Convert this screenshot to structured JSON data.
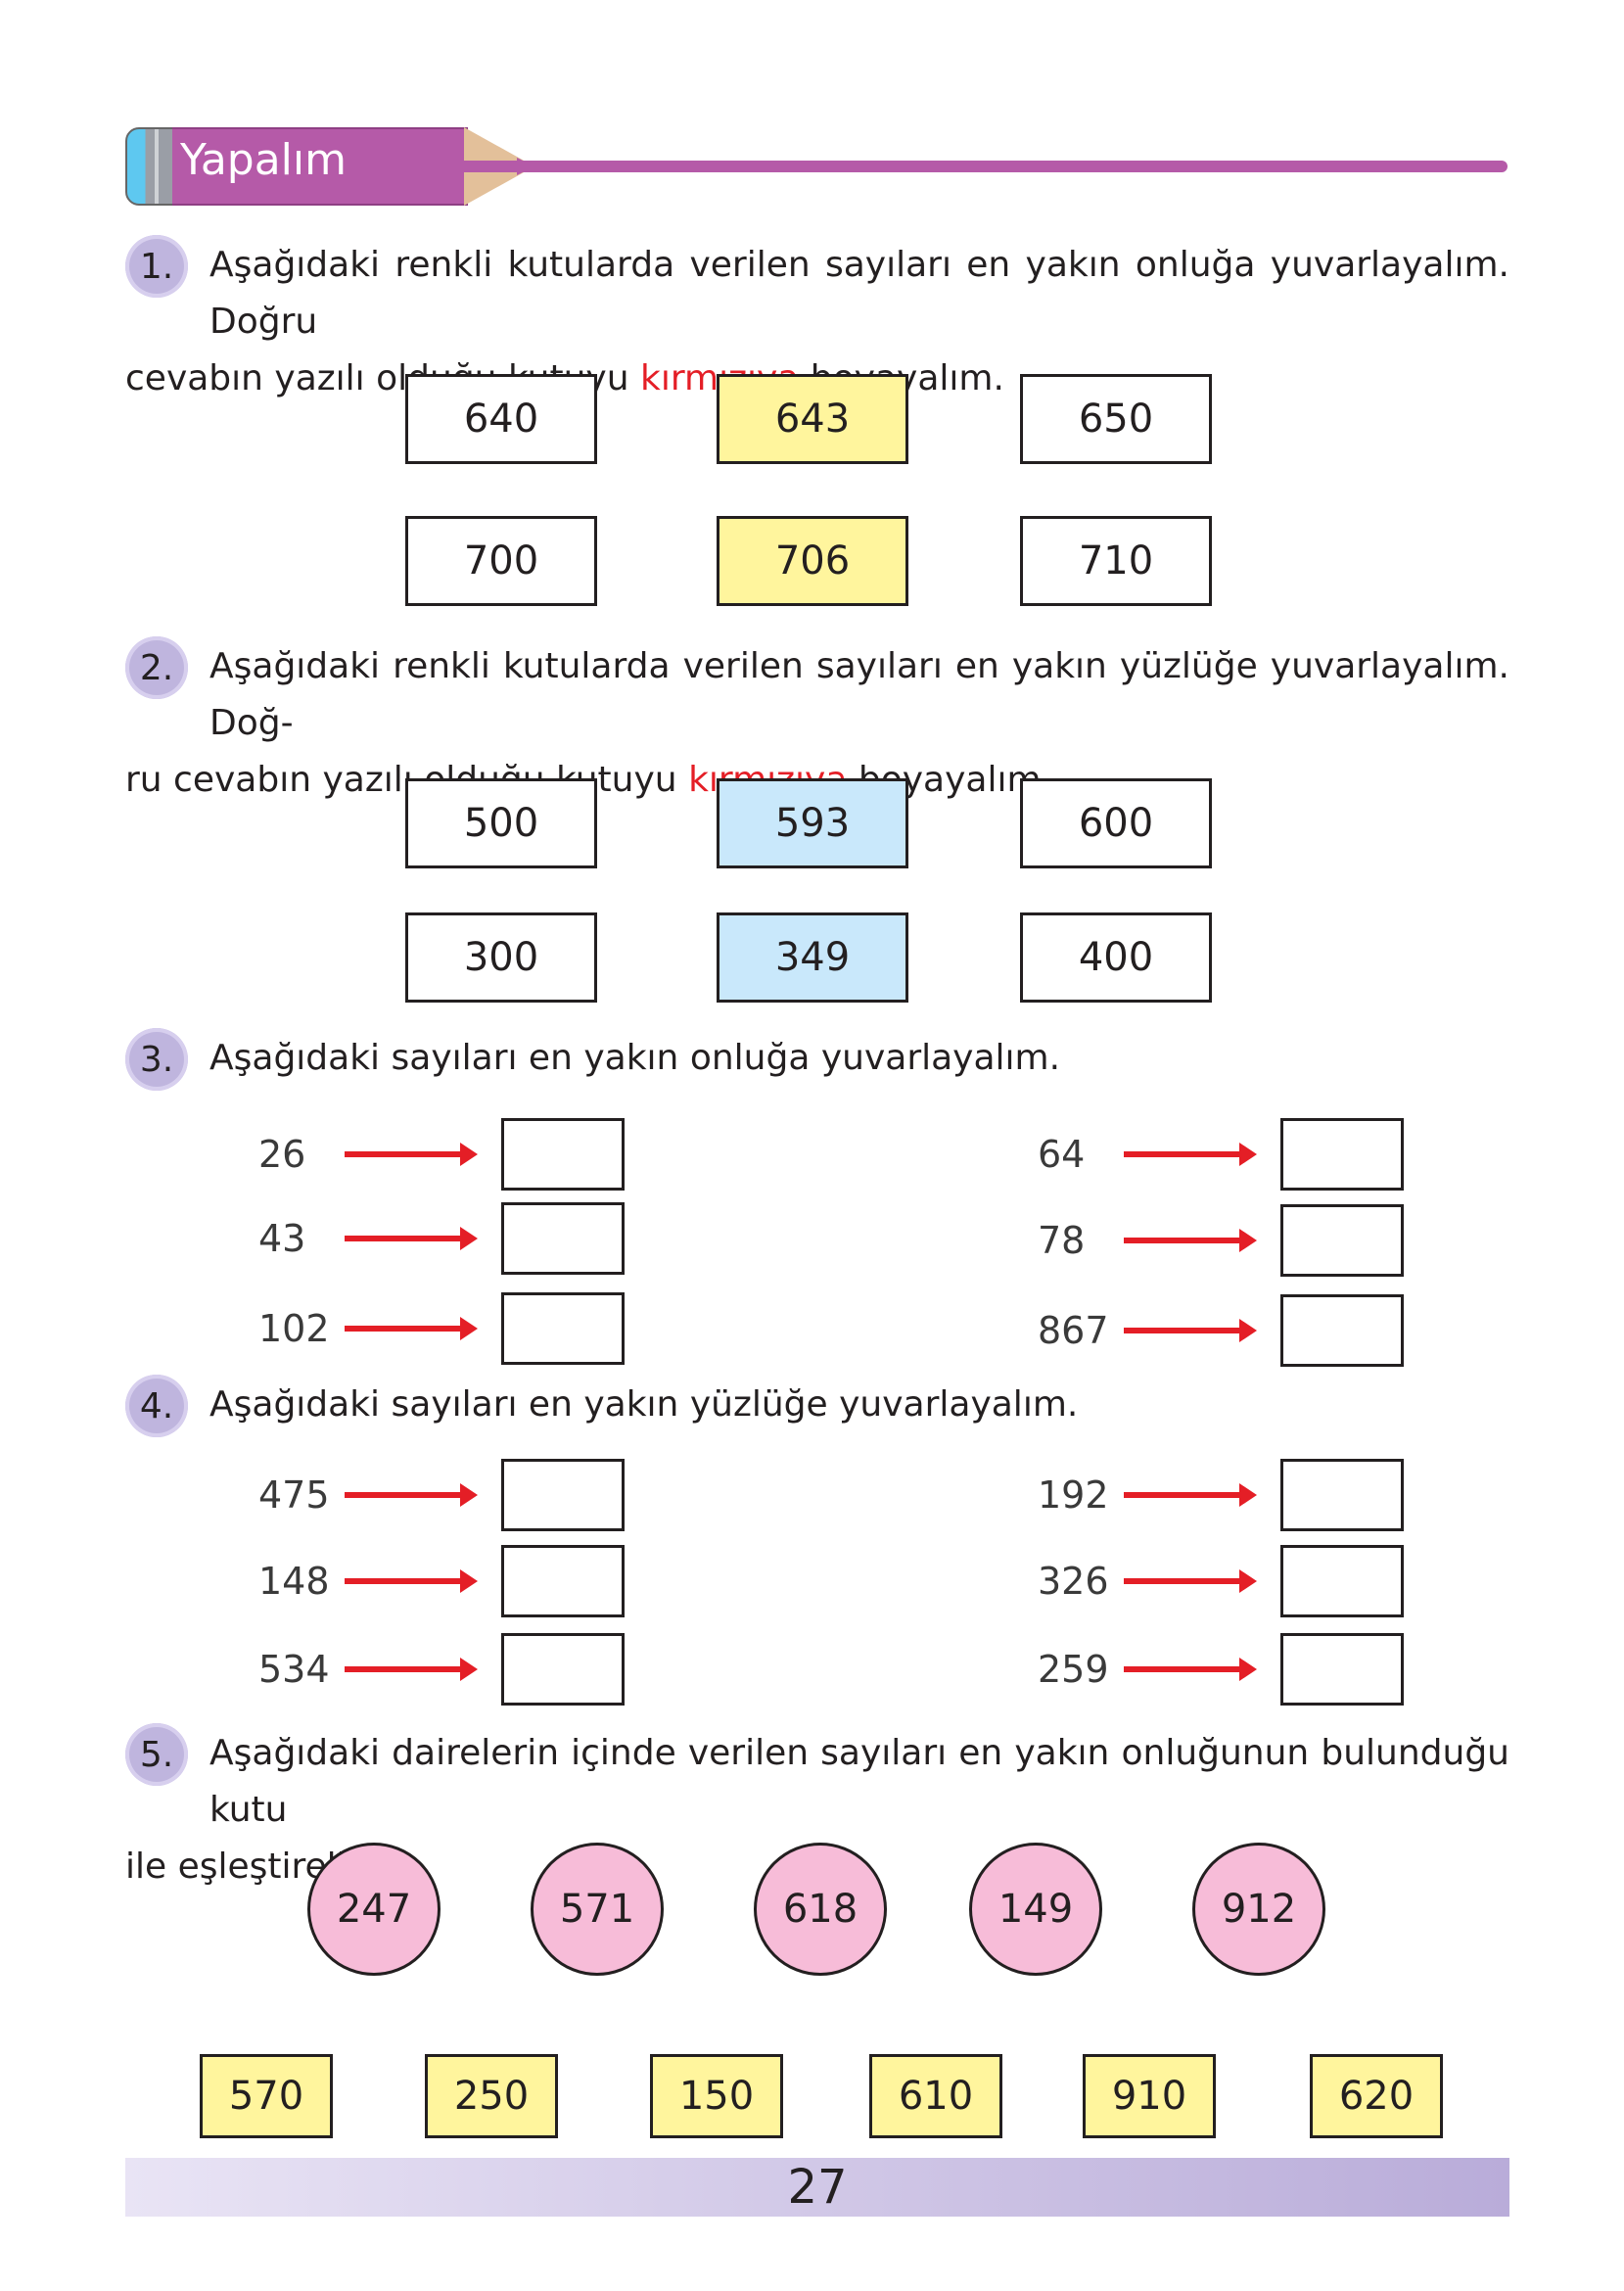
{
  "header": {
    "title": "Yapalım"
  },
  "q1": {
    "num": "1.",
    "line1": "Aşağıdaki renkli kutularda verilen sayıları en yakın onluğa yuvarlayalım. Doğru",
    "line2_a": "cevabın yazılı olduğu kutuyu ",
    "line2_red": "kırmızıya",
    "line2_b": " boyayalım.",
    "rows": [
      [
        "640",
        "643",
        "650"
      ],
      [
        "700",
        "706",
        "710"
      ]
    ]
  },
  "q2": {
    "num": "2.",
    "line1": "Aşağıdaki renkli kutularda verilen sayıları en yakın yüzlüğe yuvarlayalım. Doğ-",
    "line2_a": "ru cevabın yazılı olduğu kutuyu ",
    "line2_red": "kırmızıya",
    "line2_b": " boyayalım.",
    "rows": [
      [
        "500",
        "593",
        "600"
      ],
      [
        "300",
        "349",
        "400"
      ]
    ]
  },
  "q3": {
    "num": "3.",
    "text": "Aşağıdaki sayıları en yakın onluğa yuvarlayalım.",
    "left": [
      "26",
      "43",
      "102"
    ],
    "right": [
      "64",
      "78",
      "867"
    ]
  },
  "q4": {
    "num": "4.",
    "text": "Aşağıdaki sayıları en yakın yüzlüğe yuvarlayalım.",
    "left": [
      "475",
      "148",
      "534"
    ],
    "right": [
      "192",
      "326",
      "259"
    ]
  },
  "q5": {
    "num": "5.",
    "line1": "Aşağıdaki dairelerin içinde verilen sayıları en yakın onluğunun bulunduğu kutu",
    "line2": "ile eşleştirelim.",
    "circles": [
      "247",
      "571",
      "618",
      "149",
      "912"
    ],
    "boxes": [
      "570",
      "250",
      "150",
      "610",
      "910",
      "620"
    ]
  },
  "footer": {
    "page_number": "27"
  },
  "colors": {
    "yellow": "#fff59d",
    "blue": "#c9e8fb",
    "pink": "#f7bcd8",
    "red": "#e41e26",
    "purple": "#b55aa8"
  }
}
